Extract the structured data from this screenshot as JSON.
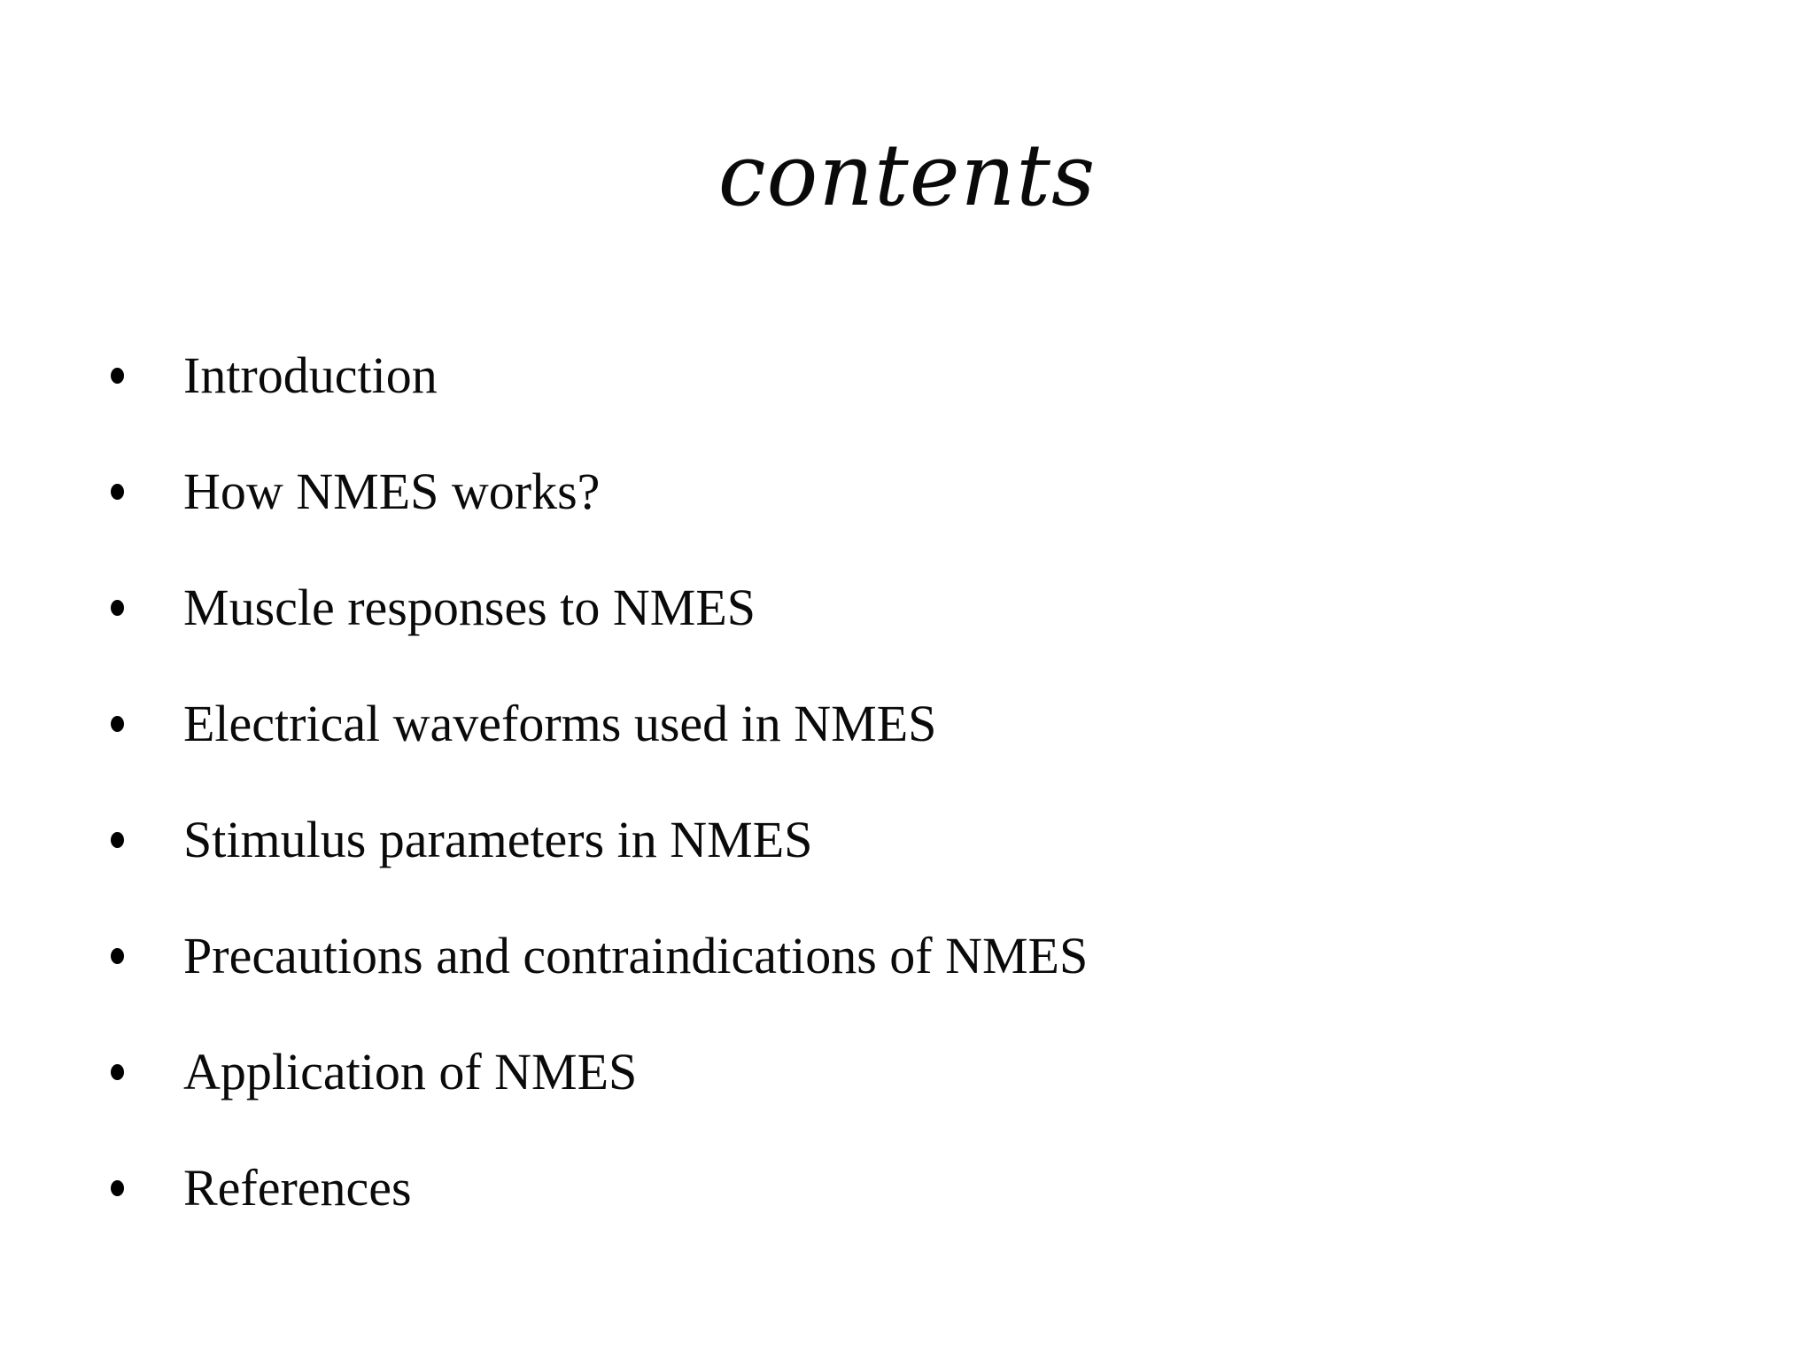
{
  "slide": {
    "title": "contents",
    "items": [
      "Introduction",
      "How NMES works?",
      "Muscle responses to NMES",
      "Electrical waveforms used in NMES",
      "Stimulus parameters in NMES",
      "Precautions and contraindications of NMES",
      "Application of NMES",
      "References"
    ],
    "colors": {
      "background": "#ffffff",
      "text": "#0a0a0a"
    }
  }
}
